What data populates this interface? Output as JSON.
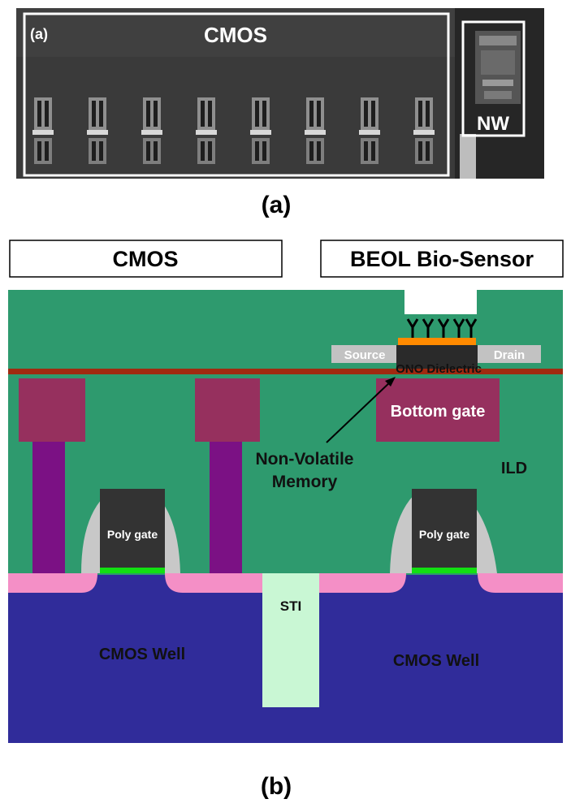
{
  "panel_a": {
    "tag": "(a)",
    "cmos_label": "CMOS",
    "nw_label": "NW",
    "caption": "(a)"
  },
  "panel_b": {
    "header_left": "CMOS",
    "header_right": "BEOL Bio-Sensor",
    "labels": {
      "source": "Source",
      "drain": "Drain",
      "ono": "ONO Dielectric",
      "bottom_gate": "Bottom gate",
      "nvm_line1": "Non-Volatile",
      "nvm_line2": "Memory",
      "ild": "ILD",
      "poly_gate": "Poly gate",
      "sti": "STI",
      "well": "CMOS Well"
    },
    "caption": "(b)"
  },
  "colors": {
    "ild_green": "#2e9a6e",
    "well_blue": "#302c9a",
    "contact_maroon": "#96305e",
    "via_purple": "#7b1184",
    "diffusion_pink": "#f48fc6",
    "sti_light": "#c9f7d4",
    "channel_green": "#12e012",
    "poly_dark": "#333333",
    "spacer_gray": "#c8c8c8",
    "ono_line": "#a02a10",
    "sensor_orange": "#ff8a00"
  }
}
